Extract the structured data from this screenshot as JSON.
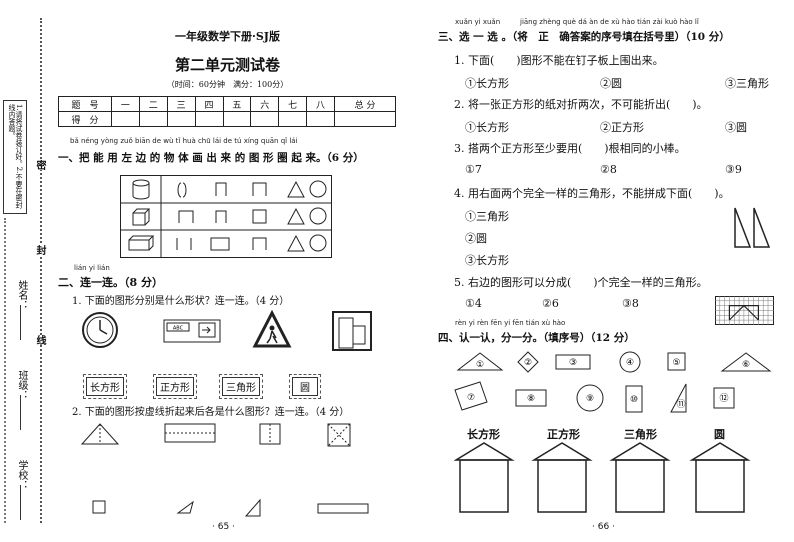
{
  "sidebar": {
    "note": "1.请将试卷装订好。2.不要在密封线内答题。",
    "school_label": "学校：",
    "class_label": "班级：",
    "name_label": "姓名：",
    "seal_words": [
      "密",
      "封",
      "线"
    ]
  },
  "left_page": {
    "series_title": "一年级数学下册·SJ版",
    "title": "第二单元测试卷",
    "subtitle": "（时间：60分钟　满分：100分）",
    "score_table": {
      "row1": [
        "题　号",
        "一",
        "二",
        "三",
        "四",
        "五",
        "六",
        "七",
        "八",
        "总 分"
      ],
      "row2_label": "得　分"
    },
    "section1": {
      "pinyin": "bǎ néng yòng zuǒ biān de wù tǐ huà chū lái de tú xíng quān qǐ lái",
      "title": "一、把 能 用 左 边 的 物 体 画 出 来 的 图 形 圈 起 来。（6 分）"
    },
    "section2": {
      "pinyin": "lián yi lián",
      "title": "二、连一连。（8 分）",
      "q1": "1. 下面的图形分别是什么形状？连一连。（4 分）",
      "sign_text": "ABC",
      "labels": [
        "长方形",
        "正方形",
        "三角形",
        "圆"
      ],
      "q2": "2. 下面的图形按虚线折起来后各是什么图形？连一连。（4 分）"
    },
    "page_number": "· 65 ·"
  },
  "right_page": {
    "section3": {
      "pinyin_a": "xuǎn yi xuǎn",
      "pinyin_b": "jiāng zhèng què dá àn de xù hào tián zài kuò hào lǐ",
      "title": "三、选 一 选 。（将　正　确答案的序号填在括号里）（10 分）",
      "questions": [
        {
          "text": "1. 下面(　　)图形不能在钉子板上围出来。",
          "options": [
            "①长方形",
            "②圆",
            "③三角形"
          ]
        },
        {
          "text": "2. 将一张正方形的纸对折两次，不可能折出(　　)。",
          "options": [
            "①长方形",
            "②正方形",
            "③圆"
          ]
        },
        {
          "text": "3. 搭两个正方形至少要用(　　)根相同的小棒。",
          "options": [
            "①7",
            "②8",
            "③9"
          ]
        },
        {
          "text": "4. 用右面两个完全一样的三角形，不能拼成下面(　　)。",
          "options": [
            "①三角形",
            "②圆",
            "③长方形"
          ]
        },
        {
          "text": "5. 右边的图形可以分成(　　)个完全一样的三角形。",
          "options": [
            "①4",
            "②6",
            "③8"
          ]
        }
      ]
    },
    "section4": {
      "pinyin": "rèn yi rèn  fēn yi fēn    tián xù hào",
      "title": "四、认一认，分一分。（填序号）（12 分）",
      "shape_numbers": [
        "①",
        "②",
        "③",
        "④",
        "⑤",
        "⑥",
        "⑦",
        "⑧",
        "⑨",
        "⑩",
        "⑪",
        "⑫"
      ],
      "houses": [
        "长方形",
        "正方形",
        "三角形",
        "圆"
      ]
    },
    "page_number": "· 66 ·"
  }
}
